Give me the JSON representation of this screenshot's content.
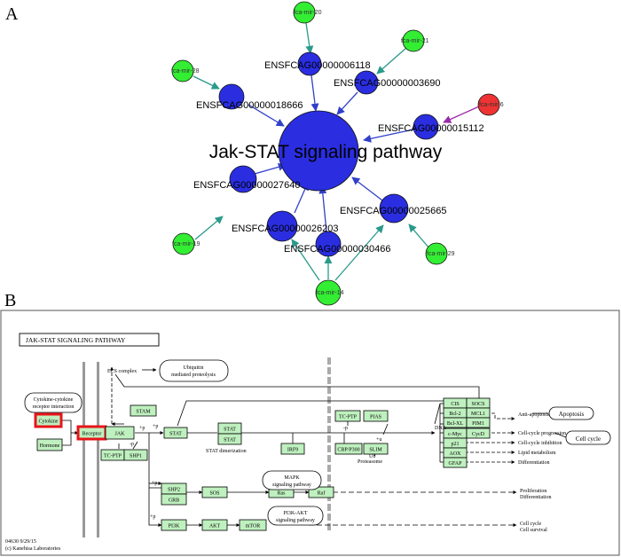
{
  "panel_a": {
    "label": "A",
    "hub": {
      "label": "Jak-STAT signaling pathway",
      "color": "#2a2ee0"
    },
    "gene_color": "#2a2ee0",
    "mirna_color": "#33ee33",
    "mirna_highlight_color": "#ee3333",
    "edge_mirna_color": "#2a9a8a",
    "edge_gene_color": "#3040c8",
    "genes": [
      "ENSFCAG00000006118",
      "ENSFCAG00000003690",
      "ENSFCAG00000018666",
      "ENSFCAG00000015112",
      "ENSFCAG00000027640",
      "ENSFCAG00000025665",
      "ENSFCAG00000026203",
      "ENSFCAG00000030466"
    ],
    "mirnas": [
      "fca-mir-20",
      "fca-mir-21",
      "fca-mir-28",
      "fca-mir-6",
      "fca-mir-19",
      "fca-mir-29",
      "fca-mir-14"
    ]
  },
  "panel_b": {
    "label": "B",
    "title": "JAK-STAT SIGNALING PATHWAY",
    "footer": [
      "04630 9/29/15",
      "(c) Kanehisa Laboratories"
    ],
    "boxes": {
      "cytokine": "Cytokine",
      "hormone": "Hormone",
      "receptor": "Receptor",
      "jak": "JAK",
      "tcptp1": "TC-PTP",
      "shp1": "SHP1",
      "stam": "STAM",
      "stat1": "STAT",
      "stat2": "STAT",
      "stat3": "STAT",
      "irf9": "IRF9",
      "shp2": "SHP2",
      "grb": "GRB",
      "sos": "SOS",
      "ras": "Ras",
      "raf": "Raf",
      "pi3k": "PI3K",
      "akt": "AKT",
      "mtor": "mTOR",
      "tcptp2": "TC-PTP",
      "pias": "PIAS",
      "cbp": "CBP/P300",
      "slim": "SLIM",
      "cis": "CIS",
      "socs": "SOCS",
      "bcl2": "Bcl-2",
      "mcl1": "MCL1",
      "bclxl": "Bcl-XL",
      "pim1": "PIM1",
      "cmyc": "c-Myc",
      "cycd": "CycD",
      "p21": "p21",
      "aox": "AOX",
      "gfap": "GFAP"
    },
    "texts": {
      "ecs": "ECS complex",
      "ubiq1": "Ubiquitin",
      "ubiq2": "mediated proteolysis",
      "cyto1": "Cytokine-cytokine",
      "cyto2": "receptor interaction",
      "stat_dimer": "STAT dimerization",
      "mapk1": "MAPK",
      "mapk2": "signaling pathway",
      "pi3k1": "PI3K-AKT",
      "pi3k2": "signaling pathway",
      "proteasome": "Proteasome",
      "dna": "DNA",
      "anti_apoptosis": "Anti-apoptosis",
      "apoptosis": "Apoptosis",
      "cc_progression": "Cell-cycle progression",
      "cell_cycle": "Cell cycle",
      "cc_inhibition": "Cell-cycle inhibition",
      "lipid": "Lipid metabolism",
      "differentiation": "Differentiation",
      "prolif": "Proliferation",
      "differentiation2": "Differentiation",
      "cellcycle2": "Cell cycle",
      "cell_survival": "Cell survival",
      "p_jak": "+p",
      "p_minus": "-p",
      "p_stat": "+p",
      "p_shp2": "+p",
      "p_pi3k": "+p",
      "p_pias": "-p",
      "u_slim": "+u",
      "ub_slim": "Ub"
    }
  }
}
